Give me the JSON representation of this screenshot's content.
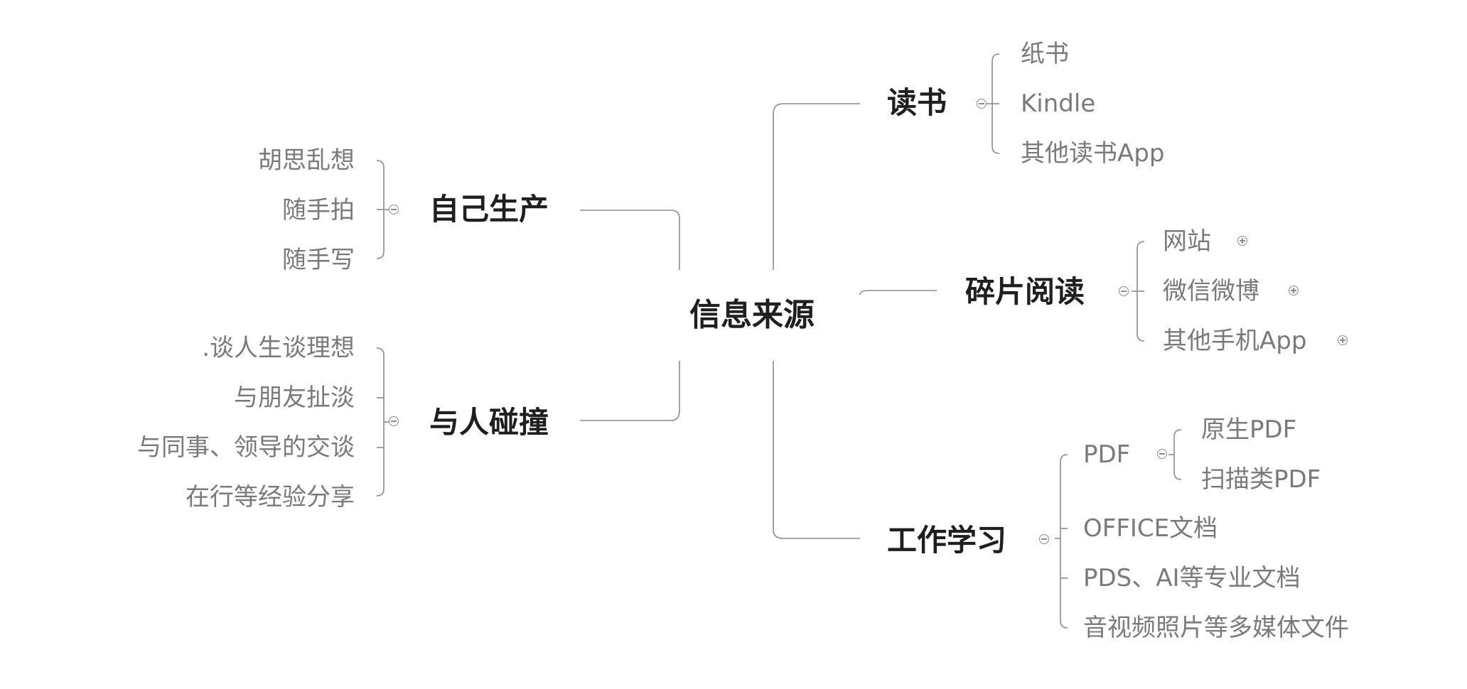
{
  "mindmap": {
    "root": "信息来源",
    "left": [
      {
        "label": "自己生产",
        "children": [
          "胡思乱想",
          "随手拍",
          "随手写"
        ]
      },
      {
        "label": "与人碰撞",
        "children": [
          ".谈人生谈理想",
          "与朋友扯淡",
          "与同事、领导的交谈",
          "在行等经验分享"
        ]
      }
    ],
    "right": [
      {
        "label": "读书",
        "children": [
          "纸书",
          "Kindle",
          "其他读书App"
        ]
      },
      {
        "label": "碎片阅读",
        "children": [
          "网站",
          "微信微博",
          "其他手机App"
        ]
      },
      {
        "label": "工作学习",
        "children": [
          "PDF",
          "OFFICE文档",
          "PDS、AI等专业文档",
          "音视频照片等多媒体文件"
        ],
        "pdf_children": [
          "原生PDF",
          "扫描类PDF"
        ]
      }
    ]
  },
  "colors": {
    "line": "#8c8c8c",
    "main_text": "#1f1f1f",
    "sub_text": "#7a7a7a"
  }
}
